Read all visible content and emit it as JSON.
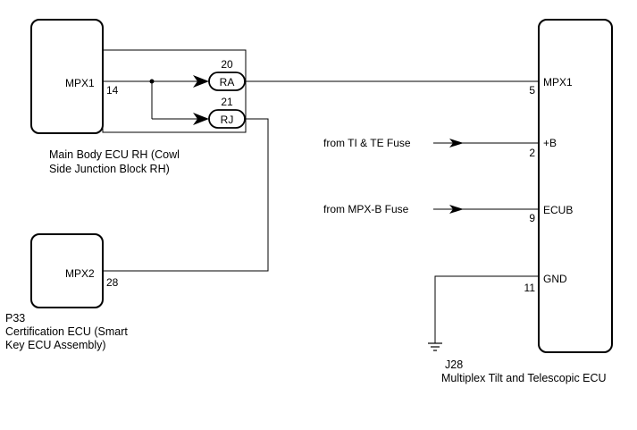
{
  "components": {
    "main_body_ecu": {
      "caption_line1": "Main Body ECU RH (Cowl",
      "caption_line2": "Side Junction Block RH)",
      "terminal_name": "MPX1",
      "terminal_pin": "14"
    },
    "certification_ecu": {
      "code": "P33",
      "caption_line1": "Certification ECU (Smart",
      "caption_line2": "Key ECU Assembly)",
      "terminal_name": "MPX2",
      "terminal_pin": "28"
    },
    "tilt_ecu": {
      "code": "J28",
      "caption": "Multiplex Tilt and Telescopic ECU",
      "terminals": [
        {
          "name": "MPX1",
          "pin": "5"
        },
        {
          "name": "+B",
          "pin": "2"
        },
        {
          "name": "ECUB",
          "pin": "9"
        },
        {
          "name": "GND",
          "pin": "11"
        }
      ]
    }
  },
  "connectors": [
    {
      "name": "RA",
      "pin": "20"
    },
    {
      "name": "RJ",
      "pin": "21"
    }
  ],
  "inputs": [
    {
      "label": "from TI & TE Fuse"
    },
    {
      "label": "from MPX-B Fuse"
    }
  ]
}
